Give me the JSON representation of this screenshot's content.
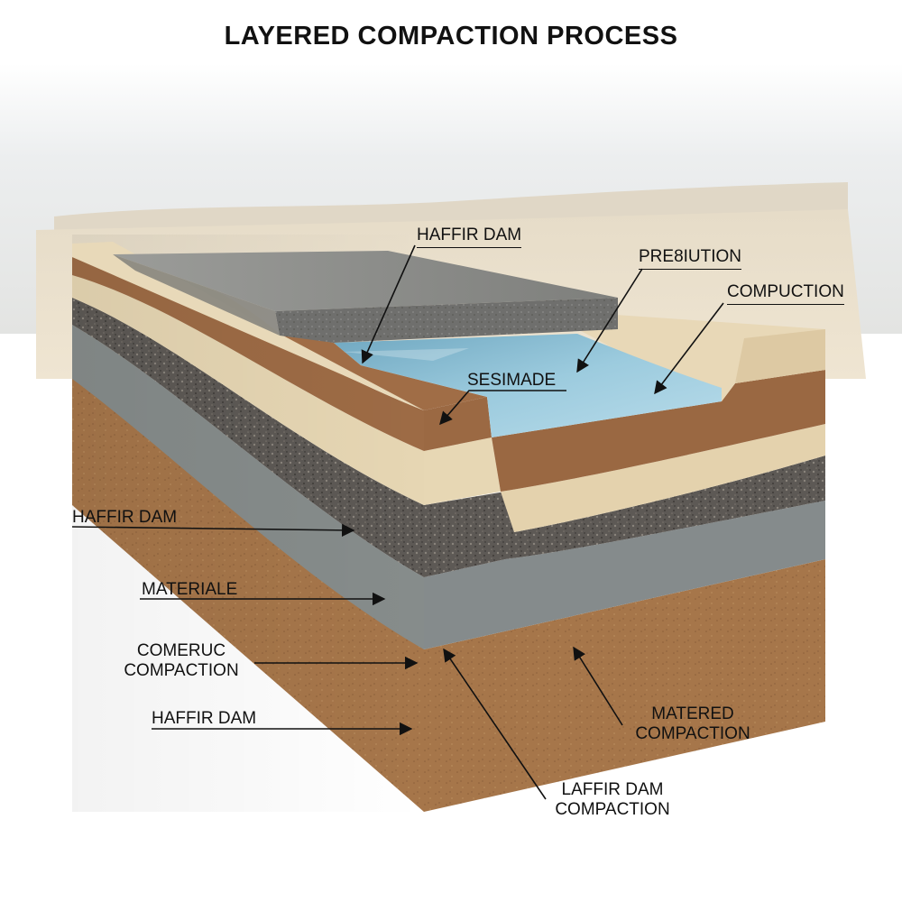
{
  "title": "LAYERED COMPACTION PROCESS",
  "labels": {
    "haffir_dam_top": "HAFFIR DAM",
    "prebiution": "PRE8IUTION",
    "compuction": "COMPUCTION",
    "sesimade": "SESIMADE",
    "haffir_dam_left": "HAFFIR DAM",
    "materiale": "MATERIALE",
    "comeruc_line1": "COMERUC",
    "comeruc_line2": "COMPACTION",
    "haffir_dam_bottom": "HAFFIR DAM",
    "matered_line1": "MATERED",
    "matered_line2": "COMPACTION",
    "laffir_line1": "LAFFIR DAM",
    "laffir_line2": "COMPACTION"
  },
  "colors": {
    "sky": "#e8ebec",
    "sand": "#e9dcc4",
    "water": "#8fc2d6",
    "gravel_top": "#8b8b89",
    "clay_brown": "#9a6a45",
    "cream": "#e7d7b5",
    "dark_gravel": "#5e5a55",
    "grey_silt": "#858b8b",
    "base_brown": "#a9784a"
  }
}
